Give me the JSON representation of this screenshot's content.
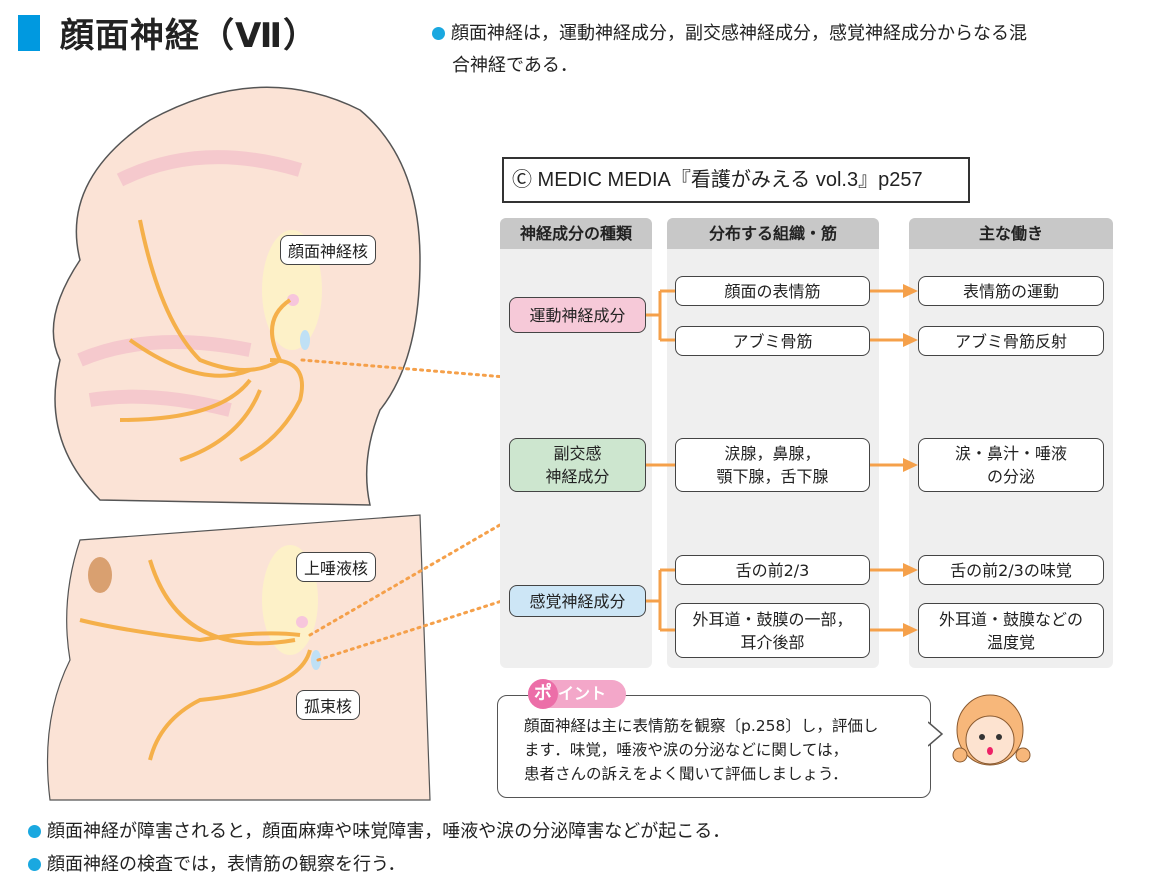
{
  "header": {
    "title": "顔面神経（Ⅶ）"
  },
  "intro": {
    "line1": "顔面神経は，運動神経成分，副交感神経成分，感覚神経成分からなる混",
    "line2": "合神経である．"
  },
  "copyright": "Ⓒ MEDIC MEDIA『看護がみえる vol.3』p257",
  "illustration_labels": {
    "facial_nucleus": "顔面神経核",
    "superior_salivatory": "上唾液核",
    "solitary": "孤束核"
  },
  "table": {
    "headers": [
      "神経成分の種類",
      "分布する組織・筋",
      "主な働き"
    ],
    "motor": {
      "type": "運動神経成分",
      "targets": [
        "顔面の表情筋",
        "アブミ骨筋"
      ],
      "functions": [
        "表情筋の運動",
        "アブミ骨筋反射"
      ]
    },
    "para": {
      "type_l1": "副交感",
      "type_l2": "神経成分",
      "target_l1": "涙腺，鼻腺，",
      "target_l2": "顎下腺，舌下腺",
      "func_l1": "涙・鼻汁・唾液",
      "func_l2": "の分泌"
    },
    "sensory": {
      "type": "感覚神経成分",
      "target1": "舌の前2/3",
      "target2_l1": "外耳道・鼓膜の一部，",
      "target2_l2": "耳介後部",
      "func1": "舌の前2/3の味覚",
      "func2_l1": "外耳道・鼓膜などの",
      "func2_l2": "温度覚"
    }
  },
  "point": {
    "badge_first": "ポ",
    "badge_rest": "イント",
    "line1": "顔面神経は主に表情筋を観察〔p.258〕し，評価し",
    "line2": "ます．味覚，唾液や涙の分泌などに関しては，",
    "line3": "患者さんの訴えをよく聞いて評価しましょう．"
  },
  "bullets": [
    "顔面神経が障害されると，顔面麻痺や味覚障害，唾液や涙の分泌障害などが起こる．",
    "顔面神経の検査では，表情筋の観察を行う．"
  ],
  "colors": {
    "accent": "#0099e0",
    "motor": "#f6c9d8",
    "para": "#cde6cf",
    "sensory": "#cde6f6",
    "nerve": "#f5a04a"
  }
}
